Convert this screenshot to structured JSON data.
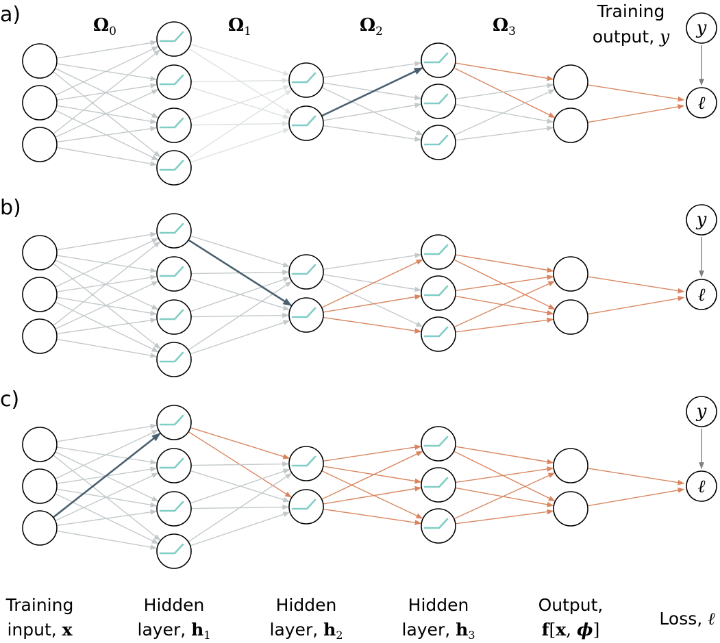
{
  "panels": [
    {
      "label": "a)",
      "highlight": {
        "from": [
          2,
          1
        ],
        "to": [
          3,
          0
        ]
      },
      "orange": [
        [
          3,
          0,
          4,
          0
        ],
        [
          3,
          0,
          4,
          1
        ],
        [
          4,
          0,
          5,
          0
        ],
        [
          4,
          1,
          5,
          0
        ]
      ]
    },
    {
      "label": "b)",
      "highlight": {
        "from": [
          1,
          0
        ],
        "to": [
          2,
          1
        ]
      },
      "orange": [
        [
          2,
          1,
          3,
          0
        ],
        [
          2,
          1,
          3,
          1
        ],
        [
          2,
          1,
          3,
          2
        ],
        [
          3,
          0,
          4,
          0
        ],
        [
          3,
          0,
          4,
          1
        ],
        [
          3,
          1,
          4,
          0
        ],
        [
          3,
          1,
          4,
          1
        ],
        [
          3,
          2,
          4,
          0
        ],
        [
          3,
          2,
          4,
          1
        ],
        [
          4,
          0,
          5,
          0
        ],
        [
          4,
          1,
          5,
          0
        ]
      ]
    },
    {
      "label": "c)",
      "highlight": {
        "from": [
          0,
          2
        ],
        "to": [
          1,
          0
        ]
      },
      "orange": [
        [
          1,
          0,
          2,
          0
        ],
        [
          1,
          0,
          2,
          1
        ],
        [
          2,
          0,
          3,
          0
        ],
        [
          2,
          0,
          3,
          1
        ],
        [
          2,
          0,
          3,
          2
        ],
        [
          2,
          1,
          3,
          0
        ],
        [
          2,
          1,
          3,
          1
        ],
        [
          2,
          1,
          3,
          2
        ],
        [
          3,
          0,
          4,
          0
        ],
        [
          3,
          0,
          4,
          1
        ],
        [
          3,
          1,
          4,
          0
        ],
        [
          3,
          1,
          4,
          1
        ],
        [
          3,
          2,
          4,
          0
        ],
        [
          3,
          2,
          4,
          1
        ],
        [
          4,
          0,
          5,
          0
        ],
        [
          4,
          1,
          5,
          0
        ]
      ]
    }
  ],
  "layers": [
    {
      "name": "input",
      "count": 3,
      "relu": false
    },
    {
      "name": "hidden-1",
      "count": 4,
      "relu": true
    },
    {
      "name": "hidden-2",
      "count": 2,
      "relu": true
    },
    {
      "name": "hidden-3",
      "count": 3,
      "relu": true
    },
    {
      "name": "output",
      "count": 2,
      "relu": false
    },
    {
      "name": "loss",
      "count": 1,
      "relu": false
    }
  ],
  "weights": [
    {
      "symbol": "Ω",
      "sub": "0"
    },
    {
      "symbol": "Ω",
      "sub": "1"
    },
    {
      "symbol": "Ω",
      "sub": "2"
    },
    {
      "symbol": "Ω",
      "sub": "3"
    }
  ],
  "top_right": {
    "line1": "Training",
    "line2_text": "output, ",
    "line2_math": "y"
  },
  "target_symbol": "y",
  "loss_symbol": "ℓ",
  "captions": [
    {
      "line1": "Training",
      "line2_text": "input, ",
      "line2_math": "x"
    },
    {
      "line1": "Hidden",
      "line2_text": "layer, ",
      "line2_math": "h",
      "line2_sub": "1"
    },
    {
      "line1": "Hidden",
      "line2_text": "layer, ",
      "line2_math": "h",
      "line2_sub": "2"
    },
    {
      "line1": "Hidden",
      "line2_text": "layer, ",
      "line2_math": "h",
      "line2_sub": "3"
    },
    {
      "line1": "Output,",
      "line2_f": "f",
      "line2_open": "[",
      "line2_x": "x",
      "line2_comma": ", ",
      "line2_phi": "ϕ",
      "line2_close": "]"
    },
    {
      "line1": "Loss, ",
      "line1_math": "ℓ"
    }
  ],
  "colors": {
    "gray_edge": "#c3c9cb",
    "light_edge": "#dde1e2",
    "orange_edge": "#d98660",
    "highlight_edge": "#4a6070",
    "target_edge": "#7f7f7f",
    "relu": "#7fcdc6"
  }
}
